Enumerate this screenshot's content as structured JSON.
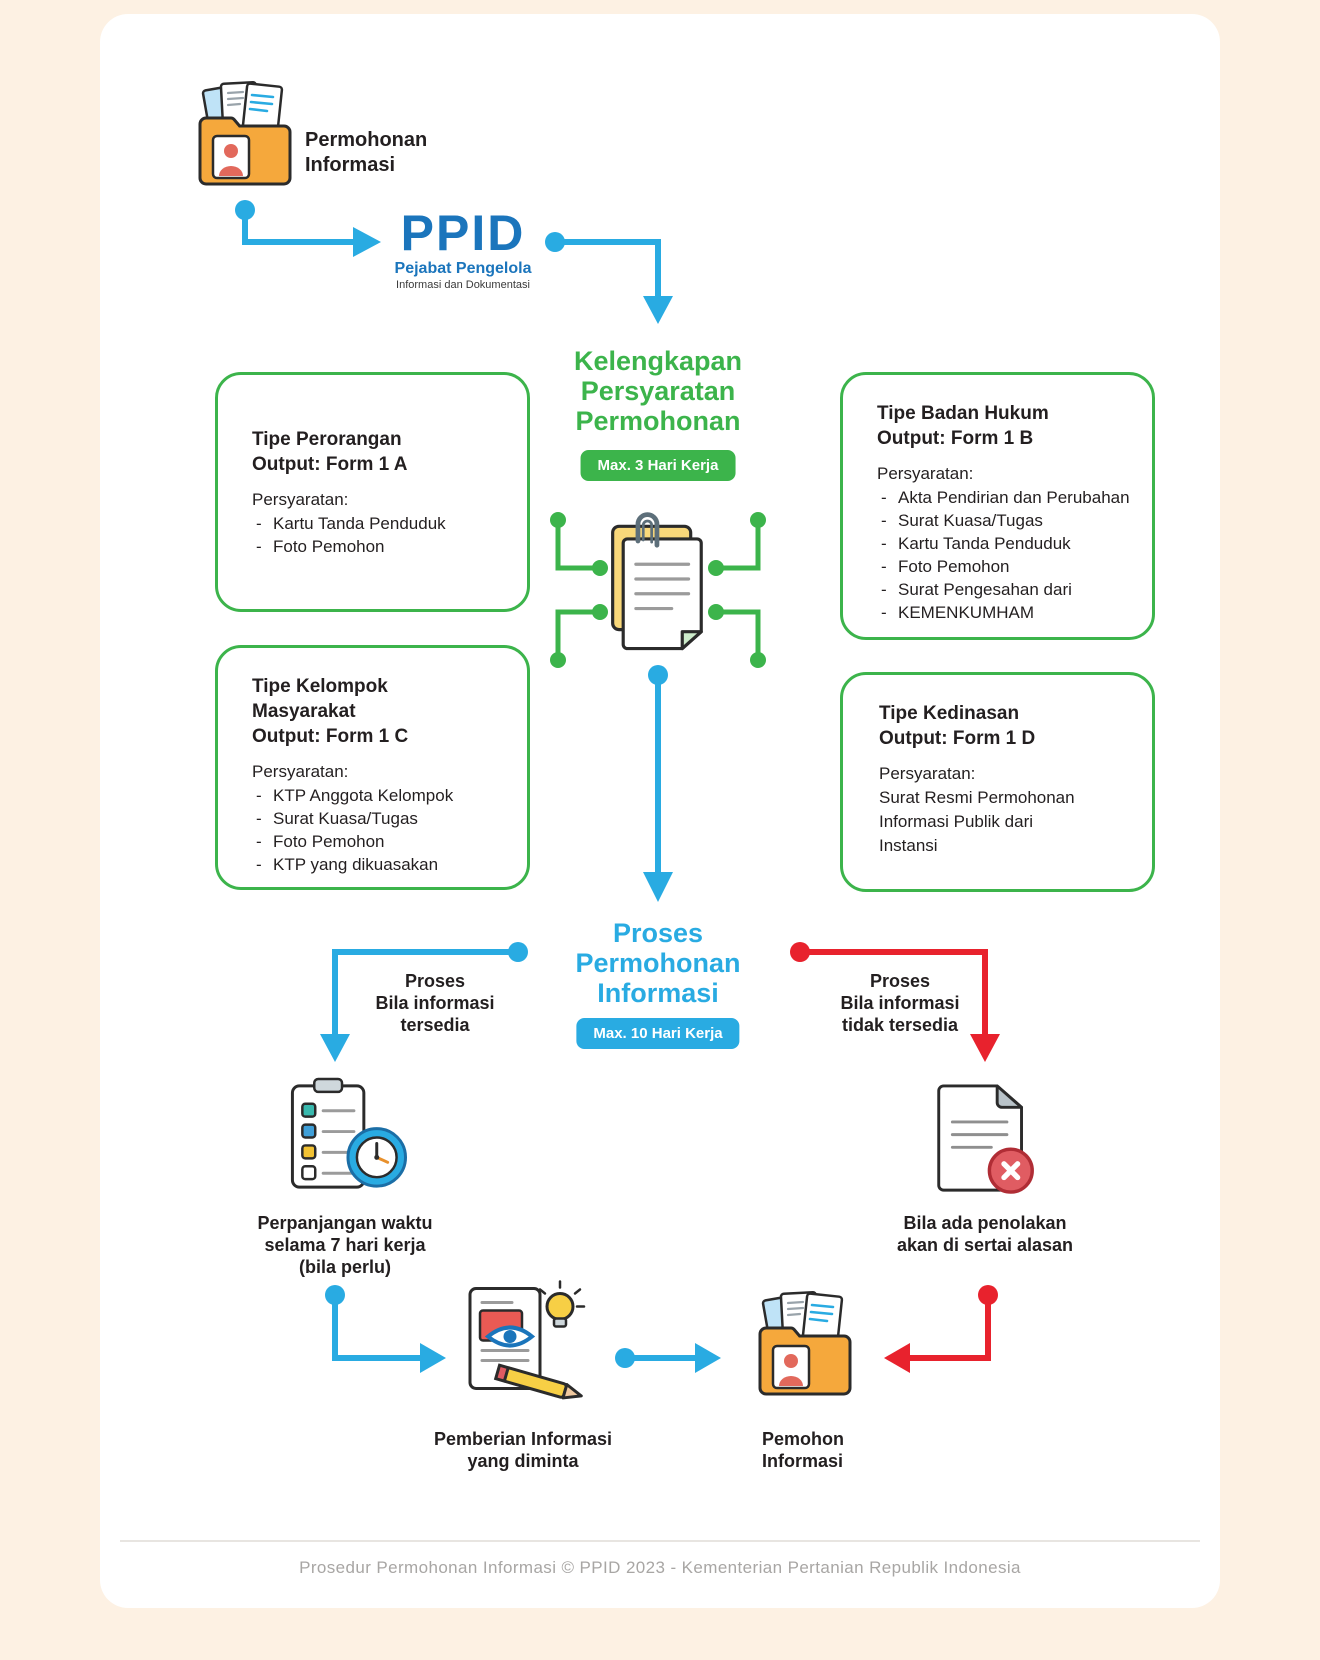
{
  "colors": {
    "background": "#fdf1e3",
    "card": "#ffffff",
    "green": "#3cb44b",
    "blue": "#29abe2",
    "ppid_blue": "#1b75bc",
    "red": "#e8222d",
    "text_dark": "#231f20",
    "footer_gray": "#a8a6a4"
  },
  "start": {
    "label": "Permohonan\nInformasi"
  },
  "ppid": {
    "name": "PPID",
    "tagline_line1": "Pejabat Pengelola",
    "tagline_line2": "Informasi dan Dokumentasi"
  },
  "stage_requirements": {
    "title": "Kelengkapan\nPersyaratan\nPermohonan",
    "badge": "Max. 3 Hari Kerja"
  },
  "type_boxes": [
    {
      "title": "Tipe Perorangan\nOutput: Form 1 A",
      "requirements_label": "Persyaratan:",
      "items": [
        "Kartu Tanda Penduduk",
        "Foto Pemohon"
      ]
    },
    {
      "title": "Tipe Badan Hukum\nOutput: Form 1 B",
      "requirements_label": "Persyaratan:",
      "items": [
        "Akta Pendirian dan Perubahan",
        "Surat Kuasa/Tugas",
        "Kartu Tanda Penduduk",
        "Foto Pemohon",
        "Surat Pengesahan dari",
        "KEMENKUMHAM"
      ]
    },
    {
      "title": "Tipe Kelompok\nMasyarakat\nOutput: Form 1 C",
      "requirements_label": "Persyaratan:",
      "items": [
        "KTP Anggota Kelompok",
        "Surat Kuasa/Tugas",
        "Foto Pemohon",
        "KTP yang dikuasakan"
      ]
    },
    {
      "title": "Tipe Kedinasan\nOutput: Form 1 D",
      "requirements_label": "Persyaratan:",
      "text": "Surat Resmi Permohonan\nInformasi Publik dari\nInstansi"
    }
  ],
  "stage_process": {
    "title": "Proses\nPermohonan\nInformasi",
    "badge": "Max. 10 Hari Kerja"
  },
  "branches": {
    "available": "Proses\nBila informasi\ntersedia",
    "unavailable": "Proses\nBila informasi\ntidak tersedia"
  },
  "outcomes": {
    "extension": "Perpanjangan waktu\nselama 7 hari kerja\n(bila perlu)",
    "rejection": "Bila ada penolakan\nakan di sertai alasan",
    "delivery": "Pemberian Informasi\nyang diminta",
    "requester": "Pemohon\nInformasi"
  },
  "footer": "Prosedur Permohonan Informasi © PPID 2023 - Kementerian Pertanian Republik Indonesia"
}
